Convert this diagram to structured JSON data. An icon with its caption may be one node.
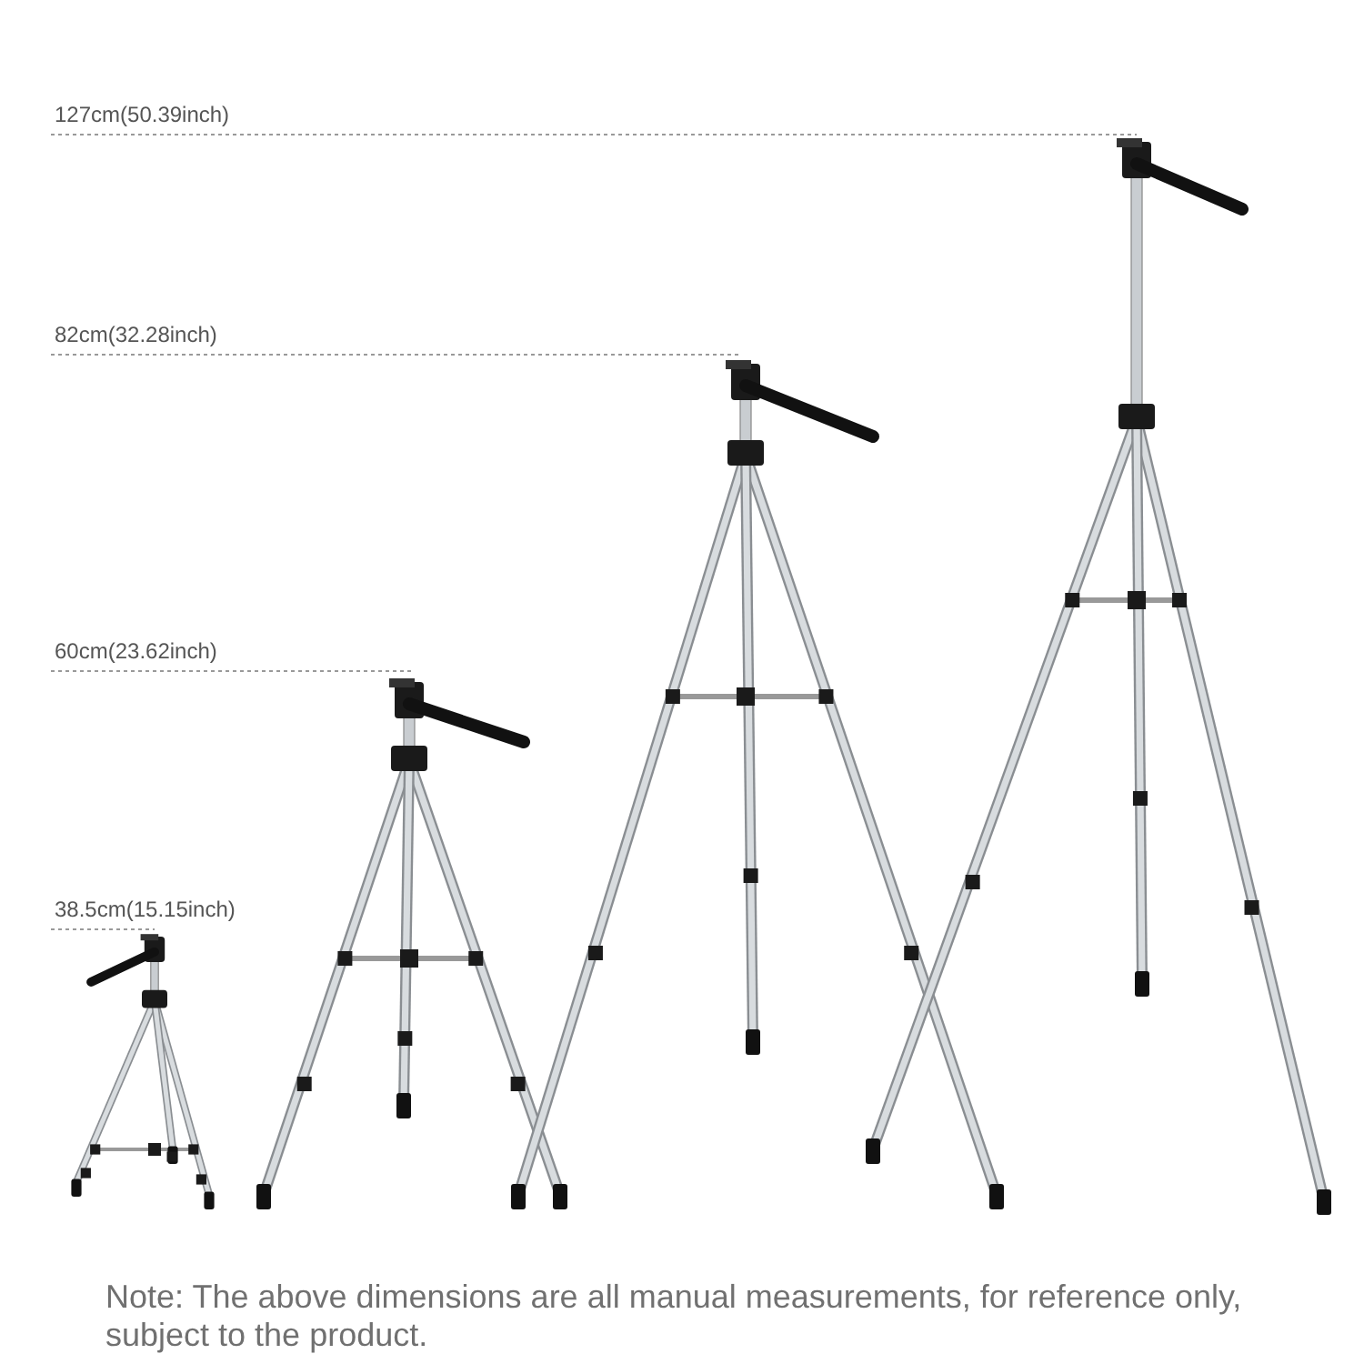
{
  "diagram": {
    "caption": "Note: The above dimensions are all manual measurements, for reference only, subject to the product.",
    "labels": [
      "127cm(50.39inch)",
      "82cm(32.28inch)",
      "60cm(23.62inch)",
      "38.5cm(15.15inch)"
    ]
  }
}
